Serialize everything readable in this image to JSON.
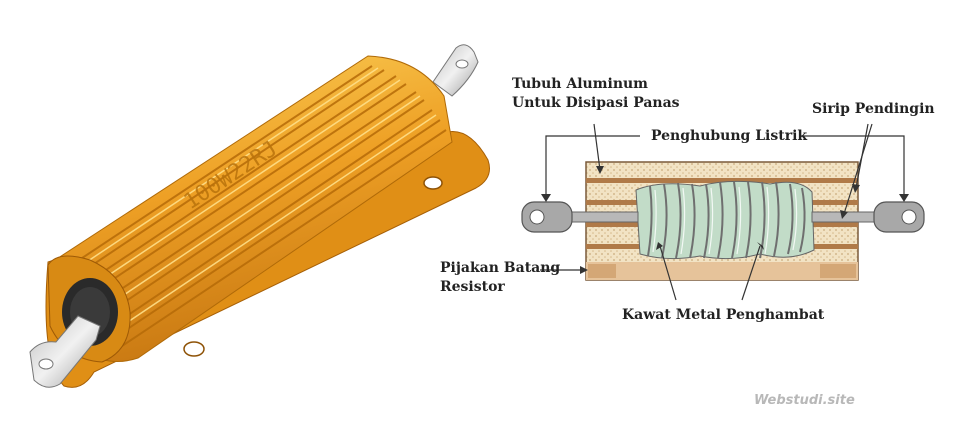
{
  "photo": {
    "engraving": "100W22RJ"
  },
  "labels": {
    "aluminum_body_line1": "Tubuh Aluminum",
    "aluminum_body_line2": "Untuk Disipasi Panas",
    "electrical_connector": "Penghubung Listrik",
    "cooling_fins": "Sirip Pendingin",
    "rod_base_line1": "Pijakan Batang",
    "rod_base_line2": "Resistor",
    "resistance_wire": "Kawat Metal Penghambat"
  },
  "watermark": "Webstudi.site",
  "colors": {
    "gold": "#e89a1a",
    "gold_light": "#f7c34a",
    "gold_dark": "#b36a08",
    "tan": "#e8c9a0",
    "stripe_brown": "#a86a3a",
    "metal": "#b5b5b5",
    "ceramic_green": "#b8d8c0"
  }
}
